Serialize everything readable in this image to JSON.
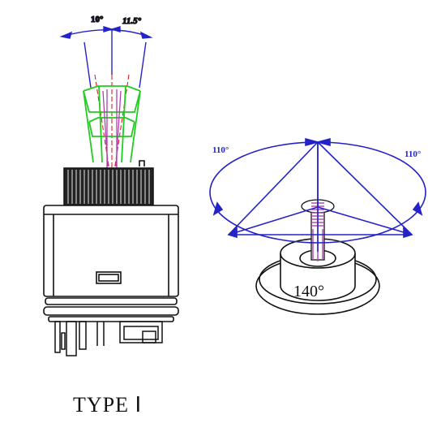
{
  "left_drawing": {
    "angle_left": "10°",
    "angle_right": "11.5°"
  },
  "right_drawing": {
    "angle_left": "110°",
    "angle_right": "110°",
    "rotation": "140°"
  },
  "caption": "TYPE Ⅰ",
  "colors": {
    "outline": "#111111",
    "angle": "#2323c8",
    "lever_green": "#22cc22",
    "centerline": "#e0202a",
    "stem": "#b040b0"
  }
}
